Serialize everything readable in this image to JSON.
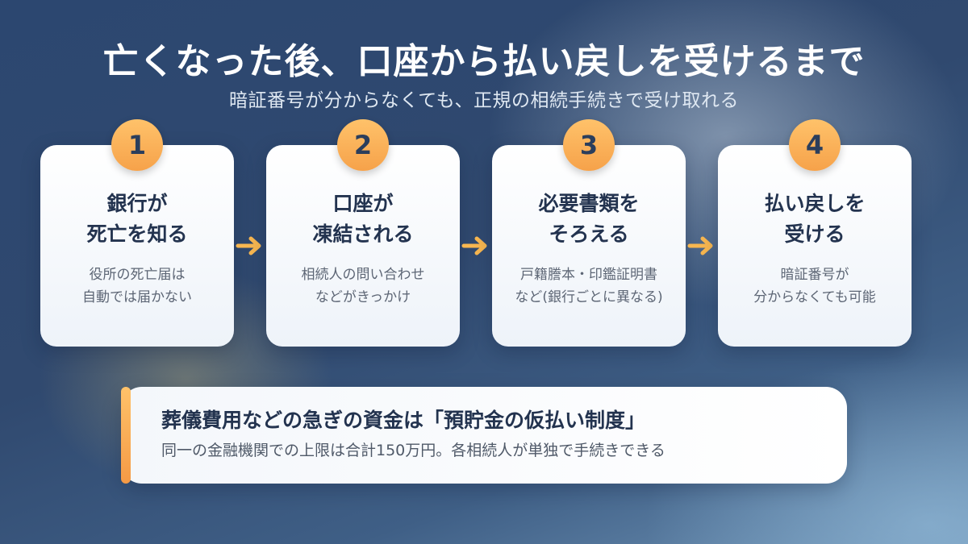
{
  "header": {
    "title": "亡くなった後、口座から払い戻しを受けるまで",
    "subtitle": "暗証番号が分からなくても、正規の相続手続きで受け取れる"
  },
  "steps": [
    {
      "number": "1",
      "title_line1": "銀行が",
      "title_line2": "死亡を知る",
      "desc_line1": "役所の死亡届は",
      "desc_line2": "自動では届かない"
    },
    {
      "number": "2",
      "title_line1": "口座が",
      "title_line2": "凍結される",
      "desc_line1": "相続人の問い合わせ",
      "desc_line2": "などがきっかけ"
    },
    {
      "number": "3",
      "title_line1": "必要書類を",
      "title_line2": "そろえる",
      "desc_line1": "戸籍謄本・印鑑証明書",
      "desc_line2": "など(銀行ごとに異なる)"
    },
    {
      "number": "4",
      "title_line1": "払い戻しを",
      "title_line2": "受ける",
      "desc_line1": "暗証番号が",
      "desc_line2": "分からなくても可能"
    }
  ],
  "note": {
    "title": "葬儀費用などの急ぎの資金は「預貯金の仮払い制度」",
    "text": "同一の金融機関での上限は合計150万円。各相続人が単独で手続きできる"
  },
  "colors": {
    "accent": "#f6a24a",
    "heading": "#23334f",
    "arrow": "#f8b750"
  },
  "icons": {
    "arrow": "arrow-right-icon"
  }
}
